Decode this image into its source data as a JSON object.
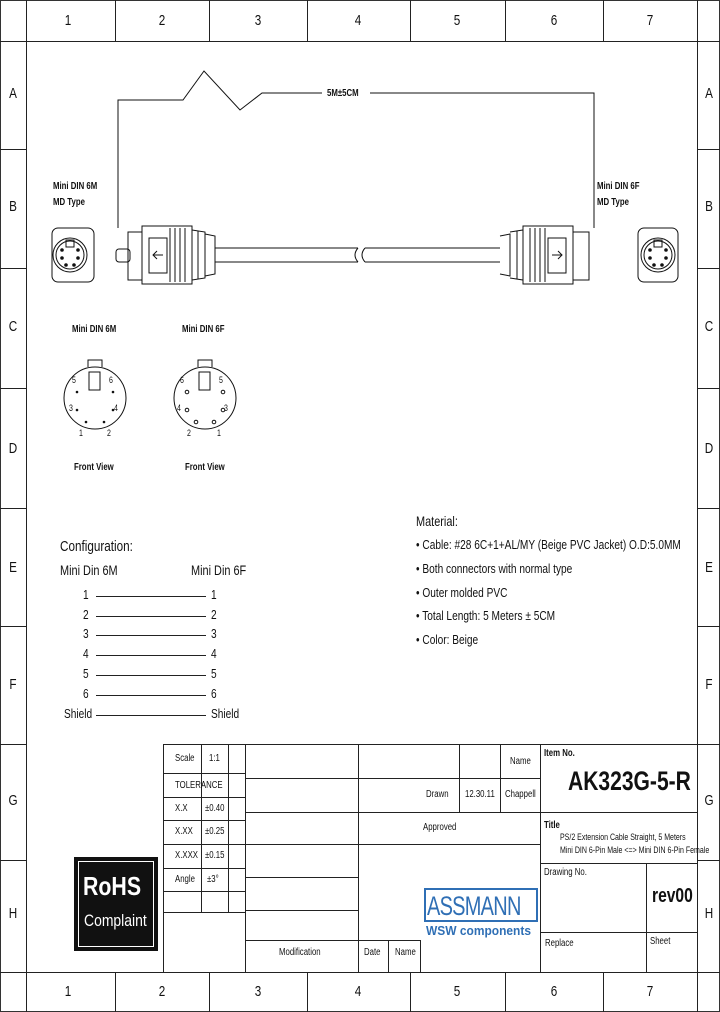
{
  "frame": {
    "col_labels": [
      "1",
      "2",
      "3",
      "4",
      "5",
      "6",
      "7"
    ],
    "row_labels": [
      "A",
      "B",
      "C",
      "D",
      "E",
      "F",
      "G",
      "H"
    ]
  },
  "drawing": {
    "cable_length": "5M±5CM",
    "left_connector": {
      "name": "Mini DIN 6M",
      "subtitle": "MD Type"
    },
    "right_connector": {
      "name": "Mini DIN 6F",
      "subtitle": "MD Type"
    },
    "front_views": [
      {
        "title": "Mini DIN 6M",
        "caption": "Front View",
        "pins_left": [
          "5",
          "3",
          "1"
        ],
        "pins_right": [
          "6",
          "4",
          "2"
        ]
      },
      {
        "title": "Mini DIN 6F",
        "caption": "Front View",
        "pins_left": [
          "6",
          "4",
          "2"
        ],
        "pins_right": [
          "5",
          "3",
          "1"
        ]
      }
    ]
  },
  "material": {
    "heading": "Material:",
    "items": [
      "Cable: #28 6C+1+AL/MY (Beige PVC Jacket) O.D:5.0MM",
      "Both connectors with normal type",
      "Outer molded PVC",
      "Total Length: 5 Meters ± 5CM",
      "Color: Beige"
    ]
  },
  "configuration": {
    "heading": "Configuration:",
    "left_header": "Mini Din 6M",
    "right_header": "Mini Din 6F",
    "rows": [
      {
        "left": "1",
        "right": "1"
      },
      {
        "left": "2",
        "right": "2"
      },
      {
        "left": "3",
        "right": "3"
      },
      {
        "left": "4",
        "right": "4"
      },
      {
        "left": "5",
        "right": "5"
      },
      {
        "left": "6",
        "right": "6"
      },
      {
        "left": "Shield",
        "right": "Shield"
      }
    ]
  },
  "title_block": {
    "scale_label": "Scale",
    "scale_value": "1:1",
    "tolerance_label": "TOLERANCE",
    "tolerances": [
      {
        "label": "X.X",
        "value": "±0.40"
      },
      {
        "label": "X.XX",
        "value": "±0.25"
      },
      {
        "label": "X.XXX",
        "value": "±0.15"
      },
      {
        "label": "Angle",
        "value": "±3°"
      }
    ],
    "name_label": "Name",
    "drawn_label": "Drawn",
    "drawn_date": "12.30.11",
    "drawn_name": "Chappell",
    "approved_label": "Approved",
    "modification_label": "Modification",
    "date_label": "Date",
    "name_label_bottom": "Name",
    "item_no_label": "Item No.",
    "item_no": "AK323G-5-R",
    "title_label": "Title",
    "title_lines": [
      "PS/2 Extension Cable Straight, 5 Meters",
      "Mini DIN 6-Pin Male <=> Mini DIN 6-Pin Female"
    ],
    "drawing_no_label": "Drawing No.",
    "revision": "rev00",
    "replace_label": "Replace",
    "sheet_label": "Sheet"
  },
  "rohs": {
    "line1": "RoHS",
    "line2": "Complaint"
  },
  "logo": {
    "brand": "ASSMANN",
    "tagline": "WSW components"
  },
  "colors": {
    "logo_blue": "#2f6fb5",
    "ink": "#111111"
  }
}
